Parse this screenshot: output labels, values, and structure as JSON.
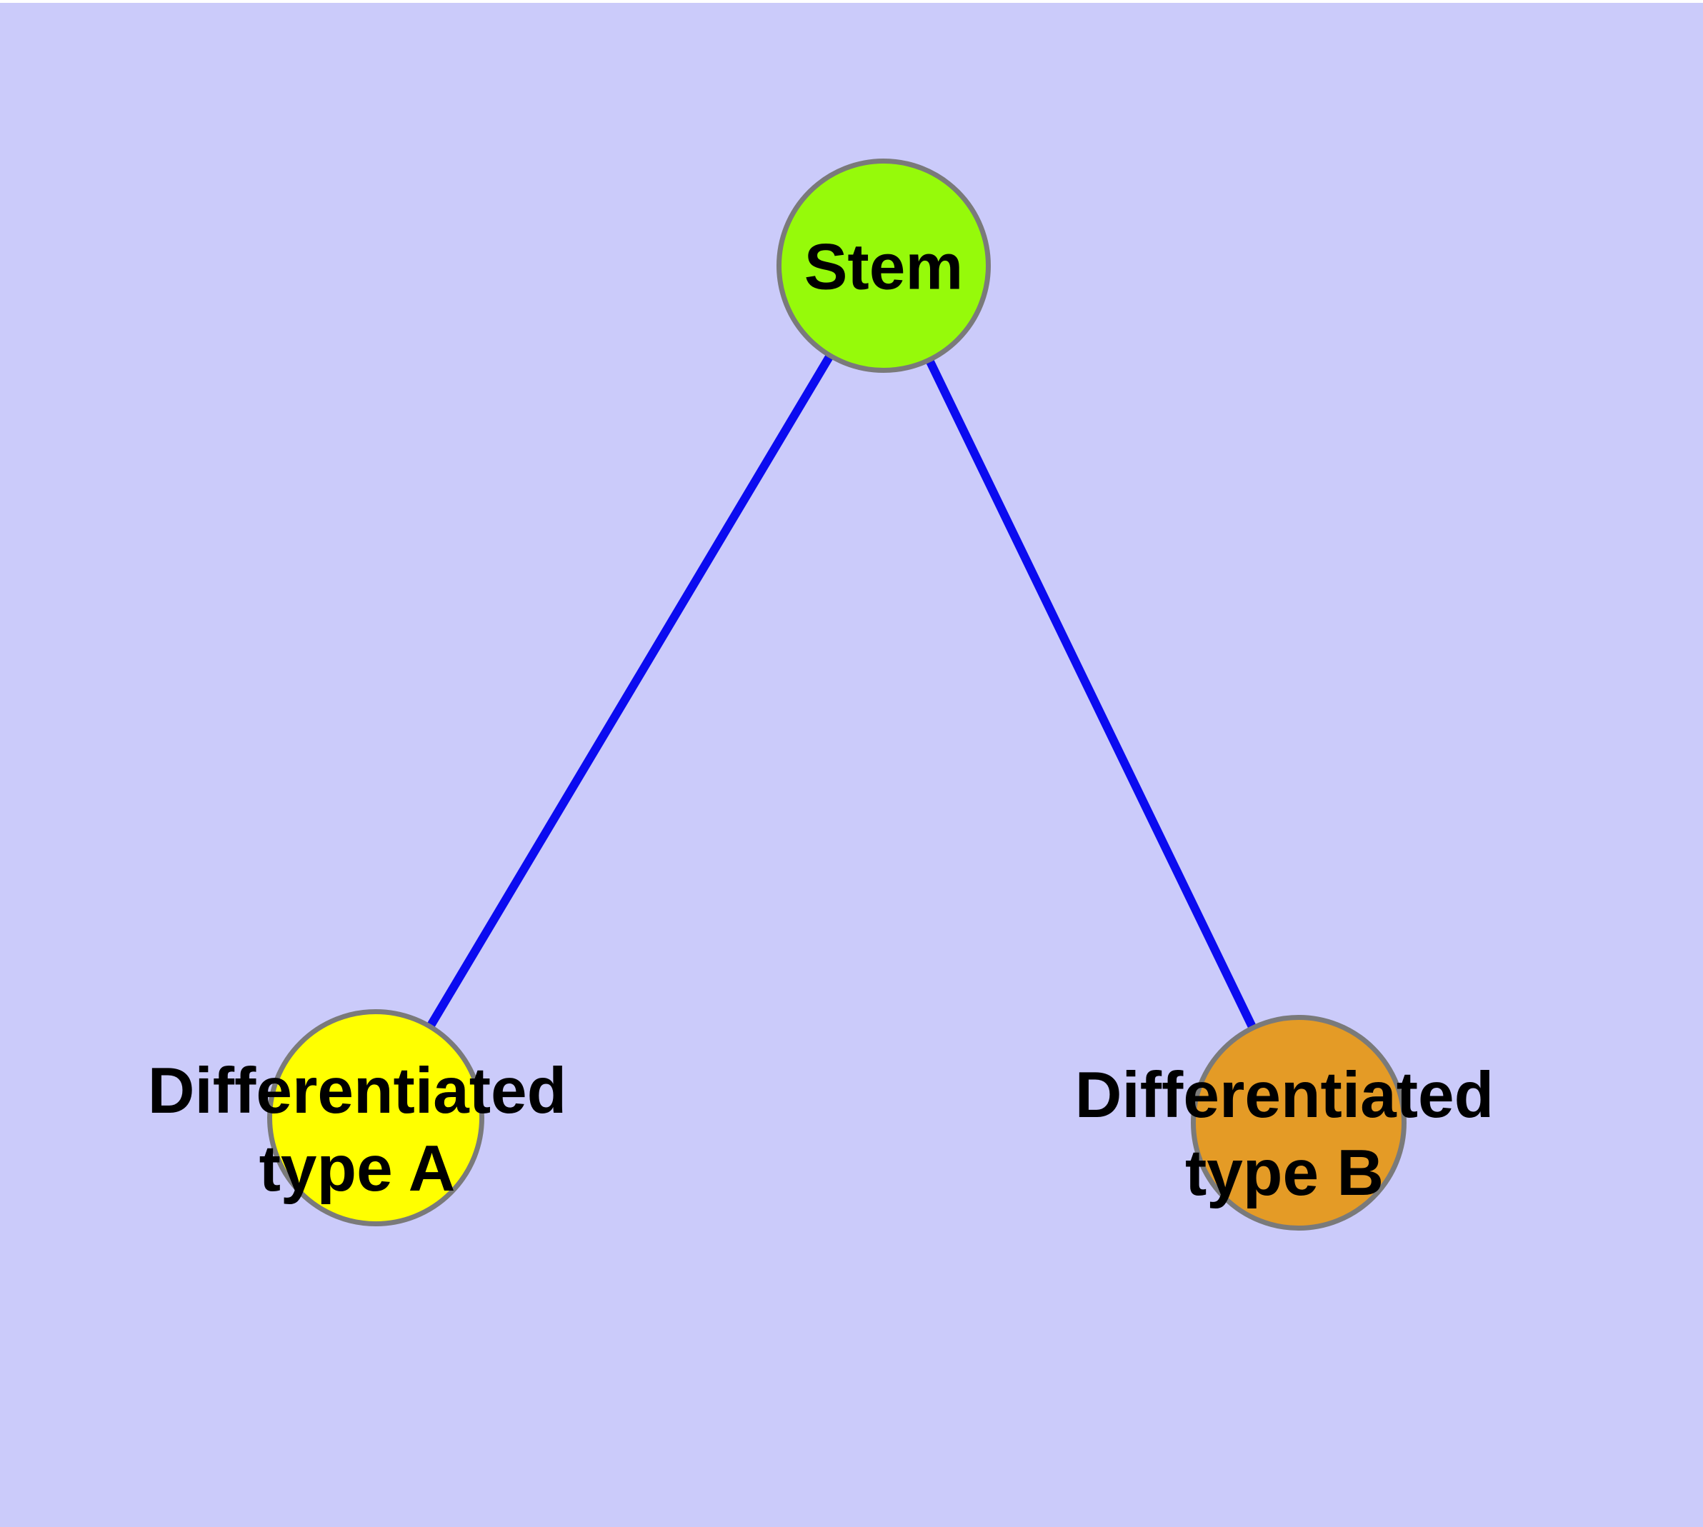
{
  "diagram": {
    "background_color": "#cbcbfa",
    "top_margin_color": "#ffffff",
    "edge_color": "#0b0bf0",
    "node_border_color": "#7a7a7a",
    "label_color": "#000000",
    "nodes": {
      "stem": {
        "label": "Stem",
        "fill": "#96fa0a"
      },
      "type_a": {
        "label_line1": "Differentiated",
        "label_line2": "type A",
        "fill": "#ffff00"
      },
      "type_b": {
        "label_line1": "Differentiated",
        "label_line2": "type B",
        "fill": "#e49b26"
      }
    },
    "edges": [
      {
        "from": "stem",
        "to": "type_a"
      },
      {
        "from": "stem",
        "to": "type_b"
      }
    ]
  }
}
